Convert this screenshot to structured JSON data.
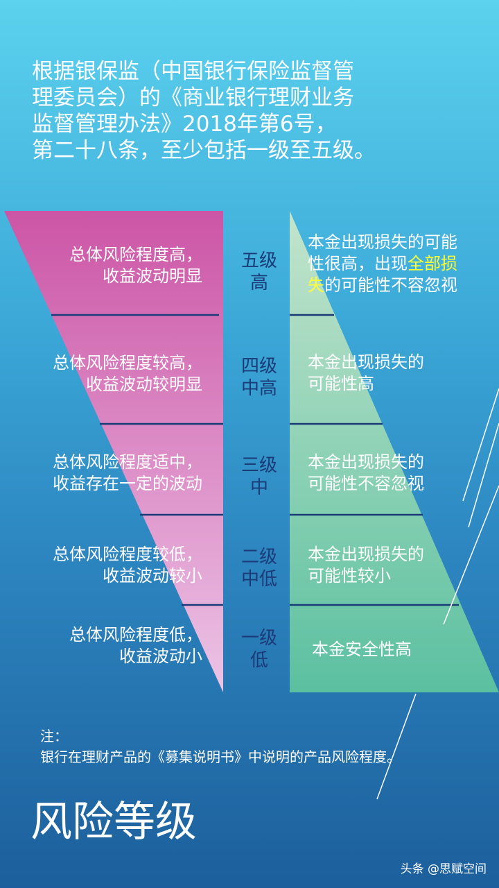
{
  "intro": [
    "根据银保监（中国银行保险监督管",
    "理委员会）的《商业银行理财业务",
    "监督管理办法》2018年第6号，",
    "第二十八条，至少包括一级至五级。"
  ],
  "levels": [
    {
      "left_line1": "总体风险程度高，",
      "left_line2": "收益波动明显",
      "level_line1": "五级",
      "level_line2": "高",
      "right_line1": "本金出现损失的可能",
      "right_line2_pre": "性很高，出现",
      "right_line2_hl": "全部损",
      "right_line3_hl": "失",
      "right_line3_post": "的可能性不容忽视"
    },
    {
      "left_line1": "总体风险程度较高，",
      "left_line2": "收益波动较明显",
      "level_line1": "四级",
      "level_line2": "中高",
      "right_line1": "本金出现损失的",
      "right_line2": "可能性高"
    },
    {
      "left_line1": "总体风险程度适中，",
      "left_line2": "收益存在一定的波动",
      "level_line1": "三级",
      "level_line2": "中",
      "right_line1": "本金出现损失的",
      "right_line2": "可能性不容忽视"
    },
    {
      "left_line1": "总体风险程度较低，",
      "left_line2": "收益波动较小",
      "level_line1": "二级",
      "level_line2": "中低",
      "right_line1": "本金出现损失的",
      "right_line2": "可能性较小"
    },
    {
      "left_line1": "总体风险程度低，",
      "left_line2": "收益波动小",
      "level_line1": "一级",
      "level_line2": "低",
      "right_line1": "本金安全性高"
    }
  ],
  "note": {
    "label": "注：",
    "text": "银行在理财产品的《募集说明书》中说明的产品风险程度。"
  },
  "title": "风险等级",
  "credit": "头条 @思赋空间",
  "colors": {
    "pink_top": "#cc55a6",
    "pink_bottom": "#ecc4e6",
    "green_top": "#c3e4cc",
    "green_bottom": "#5bc0a0",
    "divider": "#1b3a78",
    "highlight": "#ffff33"
  }
}
